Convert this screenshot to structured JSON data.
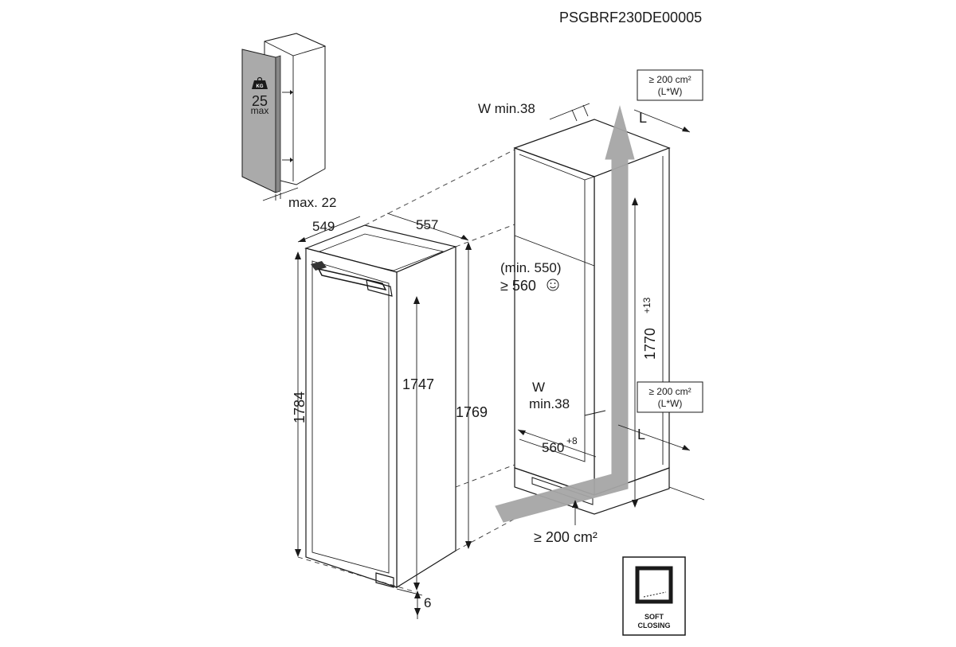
{
  "doc_code": "PSGBRF230DE00005",
  "door_panel": {
    "weight_badge": "KG",
    "weight_value": "25",
    "weight_unit": "max",
    "gap_label": "max. 22"
  },
  "appliance": {
    "depth_label": "549",
    "width_label": "557",
    "total_height": "1784",
    "door_height": "1747",
    "body_height": "1769",
    "bottom_gap": "6"
  },
  "niche": {
    "top_wall_gap": "W min.38",
    "top_vent_area": "≥ 200 cm²",
    "top_vent_formula": "(L*W)",
    "top_L": "L",
    "min_depth_note": "(min. 550)",
    "depth_label": "≥ 560",
    "height_label": "1770",
    "height_tolerance": "+13",
    "bottom_vent_area": "≥ 200 cm²",
    "bottom_vent_formula": "(L*W)",
    "bottom_wall_gap_w": "W",
    "bottom_wall_gap_min": "min.38",
    "width_label": "560",
    "width_tolerance": "+8",
    "bottom_L": "L",
    "plinth_vent": "≥ 200 cm²"
  },
  "soft_closing": {
    "line1": "SOFT",
    "line2": "CLOSING"
  }
}
